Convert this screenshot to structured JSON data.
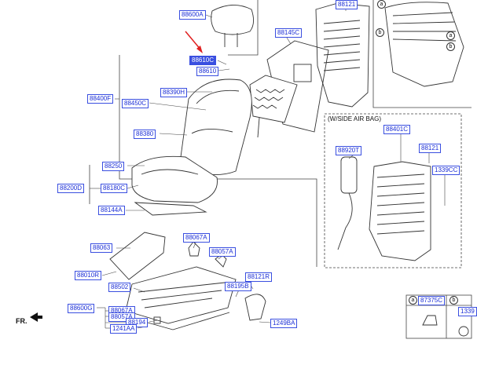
{
  "labels": {
    "p88600A": "88600A",
    "p88610C": "88610C",
    "p88610": "88610",
    "p88121_top": "88121",
    "p88145C": "88145C",
    "p88400F": "88400F",
    "p88390H": "88390H",
    "p88450C": "88450C",
    "p88380": "88380",
    "p88250": "88250",
    "p88200D": "88200D",
    "p88180C": "88180C",
    "p88144A": "88144A",
    "p88067A": "88067A",
    "p88063": "88063",
    "p88057A": "88057A",
    "p88010R": "88010R",
    "p88502": "88502",
    "p88121R": "88121R",
    "p88195B": "88195B",
    "p88600G": "88600G",
    "p88067A_b": "88067A",
    "p88057A_b": "88057A",
    "p88194": "88194",
    "p1241AA": "1241AA",
    "p1249BA": "1249BA",
    "p88401C": "88401C",
    "p88920T": "88920T",
    "p88121_side": "88121",
    "p1339CC": "1339CC",
    "p87375C": "87375C",
    "p1339_partial": "1339"
  },
  "side_airbag_caption": "(W/SIDE AIR BAG)",
  "front_label": "FR.",
  "callouts": {
    "a": "a",
    "b": "b"
  },
  "colors": {
    "label_blue": "#1a2dd6",
    "highlight": "#3a4fe0",
    "arrow_red": "#e02020",
    "line": "#444444"
  }
}
